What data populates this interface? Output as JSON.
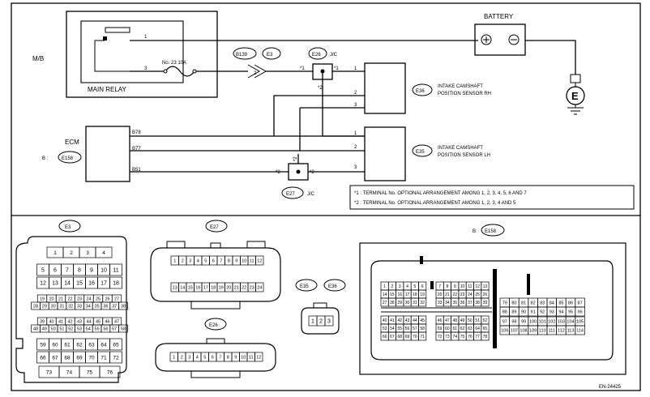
{
  "schematic": {
    "mb_label": "M/B",
    "main_relay_label": "MAIN RELAY",
    "relay_pin_1": "1",
    "relay_pin_3": "3",
    "fuse_label": "No. 23  10A",
    "connector_b139": "B139",
    "connector_e3": "E3",
    "pin_2": "2",
    "connector_e26": "E26",
    "jc_label": "J/C",
    "star1_left": "*1",
    "star1_right": "*1",
    "star2_vertical": "*2",
    "battery_label": "BATTERY",
    "ground_label": "E",
    "sensor_rh": {
      "connector": "E36",
      "line1": "INTAKE CAMSHAFT",
      "line2": "POSITION SENSOR RH",
      "pins": [
        "1",
        "2",
        "3"
      ]
    },
    "sensor_lh": {
      "connector": "E35",
      "line1": "INTAKE CAMSHAFT",
      "line2": "POSITION SENSOR LH",
      "pins": [
        "1",
        "2",
        "3"
      ]
    },
    "ecm_label": "ECM",
    "ecm_connector_prefix": "B :",
    "ecm_connector": "E158",
    "ecm_pins": [
      "B78",
      "B77",
      "B51"
    ],
    "connector_e27": "E27",
    "star2_left": "*2",
    "star2_right": "*2",
    "star2_top": "*2",
    "notes": [
      "*1  : TERMINAL No. OPTIONAL ARRANGEMENT AMONG 1, 2, 3, 4, 5, 6 AND 7",
      "*2  : TERMINAL No. OPTIONAL ARRANGEMENT AMONG 1, 2, 3, 4 AND 5"
    ]
  },
  "connectors": {
    "e3": {
      "label": "E3",
      "rows": [
        [
          "1",
          "2",
          "3",
          "4"
        ],
        [
          "5",
          "6",
          "7",
          "8",
          "9",
          "10",
          "11"
        ],
        [
          "12",
          "13",
          "14",
          "15",
          "16",
          "17",
          "18"
        ],
        [
          "19",
          "20",
          "21",
          "22",
          "23",
          "24",
          "25",
          "26",
          "27"
        ],
        [
          "28",
          "29",
          "30",
          "31",
          "32",
          "33",
          "34",
          "35",
          "36",
          "37",
          "38"
        ],
        [
          "39",
          "40",
          "41",
          "42",
          "43",
          "44",
          "45",
          "46",
          "47"
        ],
        [
          "48",
          "49",
          "50",
          "51",
          "52",
          "53",
          "54",
          "55",
          "56",
          "57",
          "58"
        ],
        [
          "59",
          "60",
          "61",
          "62",
          "63",
          "64",
          "65"
        ],
        [
          "66",
          "67",
          "68",
          "69",
          "70",
          "71",
          "72"
        ],
        [
          "73",
          "74",
          "75",
          "76"
        ]
      ]
    },
    "e27": {
      "label": "E27",
      "rows": [
        [
          "1",
          "2",
          "3",
          "4",
          "5",
          "6",
          "7",
          "8",
          "9",
          "10",
          "11",
          "12"
        ],
        [
          "13",
          "14",
          "15",
          "16",
          "17",
          "18",
          "19",
          "20",
          "21",
          "22",
          "23",
          "24"
        ]
      ]
    },
    "e26": {
      "label": "E26",
      "rows": [
        [
          "1",
          "2",
          "3",
          "4",
          "5",
          "6",
          "7",
          "8",
          "9",
          "10",
          "11",
          "12"
        ]
      ]
    },
    "e35_label": "E35",
    "e36_label": "E36",
    "sensor_pins": [
      "1",
      "2",
      "3"
    ],
    "e158": {
      "prefix": "B:",
      "label": "E158",
      "left_rows": [
        [
          "1",
          "2",
          "3",
          "4",
          "5",
          "6"
        ],
        [
          "14",
          "15",
          "16",
          "17",
          "18",
          "19"
        ],
        [
          "27",
          "28",
          "29",
          "30",
          "31",
          "32"
        ],
        [
          "40",
          "41",
          "42",
          "43",
          "44",
          "45"
        ],
        [
          "53",
          "54",
          "55",
          "56",
          "57",
          "58"
        ],
        [
          "66",
          "67",
          "68",
          "69",
          "70",
          "71"
        ]
      ],
      "mid_rows": [
        [
          "7",
          "8",
          "9",
          "10",
          "11",
          "12",
          "13"
        ],
        [
          "20",
          "21",
          "22",
          "23",
          "24",
          "25",
          "26"
        ],
        [
          "33",
          "34",
          "35",
          "36",
          "37",
          "38",
          "39"
        ],
        [
          "46",
          "47",
          "48",
          "49",
          "50",
          "51",
          "52"
        ],
        [
          "59",
          "60",
          "61",
          "62",
          "63",
          "64",
          "65"
        ],
        [
          "72",
          "73",
          "74",
          "75",
          "76",
          "77",
          "78"
        ]
      ],
      "right_rows": [
        [
          "79",
          "80",
          "81",
          "82",
          "83",
          "84",
          "85",
          "86",
          "87"
        ],
        [
          "88",
          "89",
          "90",
          "91",
          "92",
          "93",
          "94",
          "95",
          "96"
        ],
        [
          "97",
          "98",
          "99",
          "100",
          "101",
          "102",
          "103",
          "104",
          "105"
        ],
        [
          "106",
          "107",
          "108",
          "109",
          "110",
          "111",
          "112",
          "113",
          "114"
        ]
      ]
    }
  },
  "figure_id": "EN-24425"
}
